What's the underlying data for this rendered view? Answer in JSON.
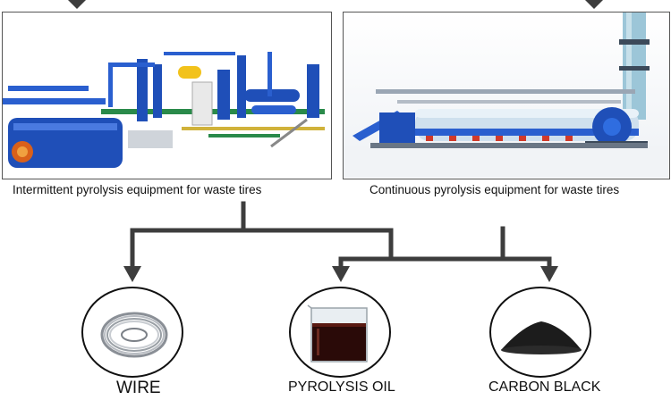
{
  "captions": {
    "intermittent": "Intermittent pyrolysis equipment for waste tires",
    "continuous": "Continuous pyrolysis equipment for waste tires"
  },
  "products": {
    "wire": "WIRE",
    "oil": "PYROLYSIS OIL",
    "carbon": "CARBON BLACK"
  },
  "colors": {
    "arrow": "#3d3d3d",
    "machine_blue": "#1f4fb8",
    "machine_yellow": "#f2c21b",
    "oil_dark": "#2a0a08"
  }
}
